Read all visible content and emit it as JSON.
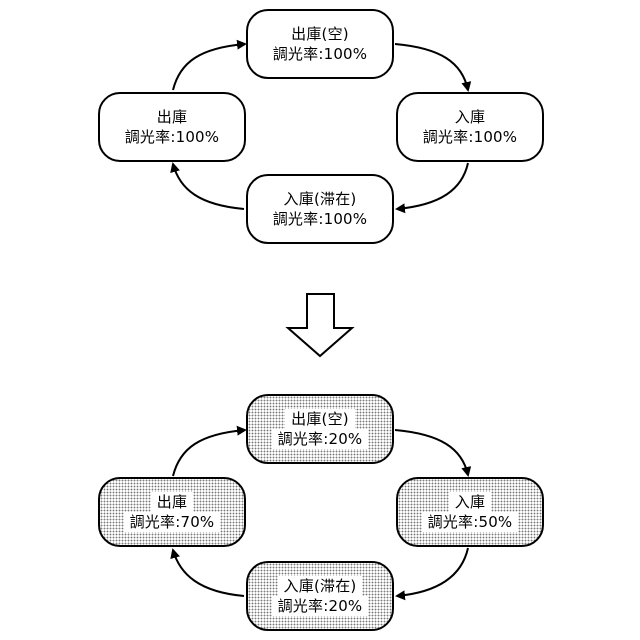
{
  "before": {
    "nodes": {
      "top": {
        "name": "出庫(空)",
        "rate": "調光率:100%"
      },
      "right": {
        "name": "入庫",
        "rate": "調光率:100%"
      },
      "bottom": {
        "name": "入庫(滞在)",
        "rate": "調光率:100%"
      },
      "left": {
        "name": "出庫",
        "rate": "調光率:100%"
      }
    }
  },
  "after": {
    "nodes": {
      "top": {
        "name": "出庫(空)",
        "rate": "調光率:20%"
      },
      "right": {
        "name": "入庫",
        "rate": "調光率:50%"
      },
      "bottom": {
        "name": "入庫(滞在)",
        "rate": "調光率:20%"
      },
      "left": {
        "name": "出庫",
        "rate": "調光率:70%"
      }
    }
  },
  "colors": {
    "stroke": "#000000",
    "dot_fill": "#7a7a7a",
    "background": "#ffffff"
  }
}
